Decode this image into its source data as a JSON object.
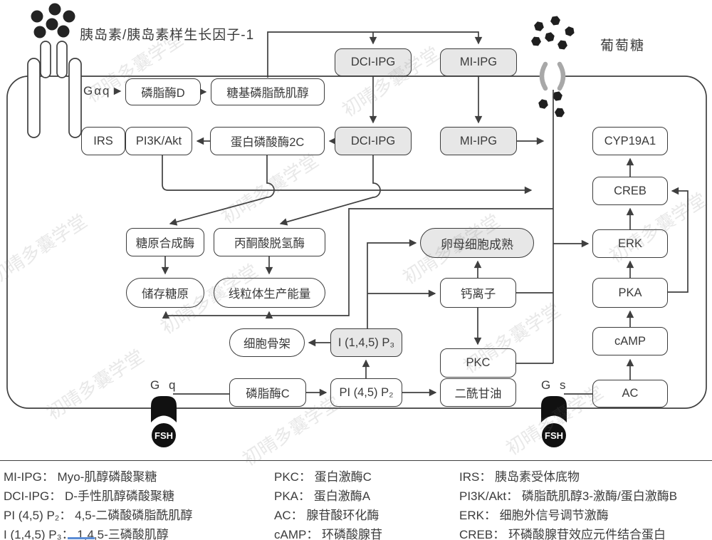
{
  "labels": {
    "insulin": "胰岛素/胰岛素样生长因子-1",
    "glucose": "葡萄糖",
    "gaq": "Gαq",
    "gq": "G q",
    "gs": "G s",
    "fsh": "FSH"
  },
  "boxes": {
    "pld": "磷脂酶D",
    "gpi": "糖基磷脂酰肌醇",
    "dci_outer": "DCI-IPG",
    "mi_outer": "MI-IPG",
    "irs": "IRS",
    "pi3k": "PI3K/Akt",
    "pp2c": "蛋白磷酸酶2C",
    "dci_inner": "DCI-IPG",
    "mi_inner": "MI-IPG",
    "cyp19a1": "CYP19A1",
    "glycogen_synthase": "糖原合成酶",
    "pyruvate_dh": "丙酮酸脱氢酶",
    "store_glycogen": "储存糖原",
    "mito_energy": "线粒体生产能量",
    "oocyte": "卵母细胞成熟",
    "calcium": "钙离子",
    "creb": "CREB",
    "erk": "ERK",
    "pka": "PKA",
    "camp": "cAMP",
    "ac": "AC",
    "cytoskeleton": "细胞骨架",
    "ip3": "I (1,4,5) P₃",
    "plc": "磷脂酶C",
    "pip2": "PI (4,5) P₂",
    "dag": "二酰甘油",
    "pkc": "PKC"
  },
  "legend": {
    "col1": [
      "MI-IPG： Myo-肌醇磷酸聚糖",
      "DCI-IPG： D-手性肌醇磷酸聚糖",
      "PI (4,5) P₂： 4,5-二磷酸磷脂酰肌醇",
      "I (1,4,5) P₃： 1,4,5-三磷酸肌醇"
    ],
    "col2": [
      "PKC： 蛋白激酶C",
      "PKA： 蛋白激酶A",
      "AC： 腺苷酸环化酶",
      "cAMP： 环磷酸腺苷"
    ],
    "col3": [
      "IRS： 胰岛素受体底物",
      "PI3K/Akt： 磷脂酰肌醇3-激酶/蛋白激酶B",
      "ERK： 细胞外信号调节激酶",
      "CREB： 环磷酸腺苷效应元件结合蛋白"
    ]
  },
  "watermark": "初晴多囊学堂",
  "colors": {
    "line": "#3f3f3f",
    "gray_fill": "#e7e7e7",
    "channel": "#a8a8a8"
  }
}
